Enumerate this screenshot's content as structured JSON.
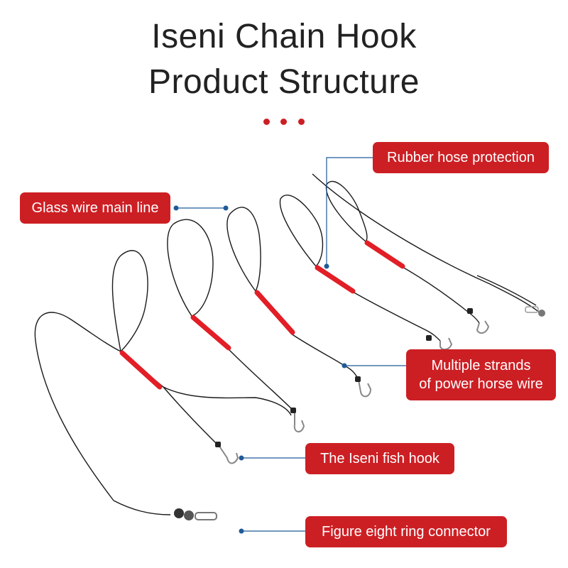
{
  "title": {
    "line1": "Iseni Chain Hook",
    "line2": "Product Structure"
  },
  "colors": {
    "title": "#222222",
    "accent": "#cc1f24",
    "callout_line": "#1f5a9a",
    "line": "#1a1a1a",
    "sleeve": "#e21e26",
    "hook": "#888888"
  },
  "labels": {
    "rubber_hose": "Rubber hose protection",
    "glass_wire": "Glass wire main line",
    "power_horse_line1": "Multiple strands",
    "power_horse_line2": "of power horse wire",
    "fish_hook": "The Iseni fish hook",
    "connector": "Figure eight ring connector"
  }
}
